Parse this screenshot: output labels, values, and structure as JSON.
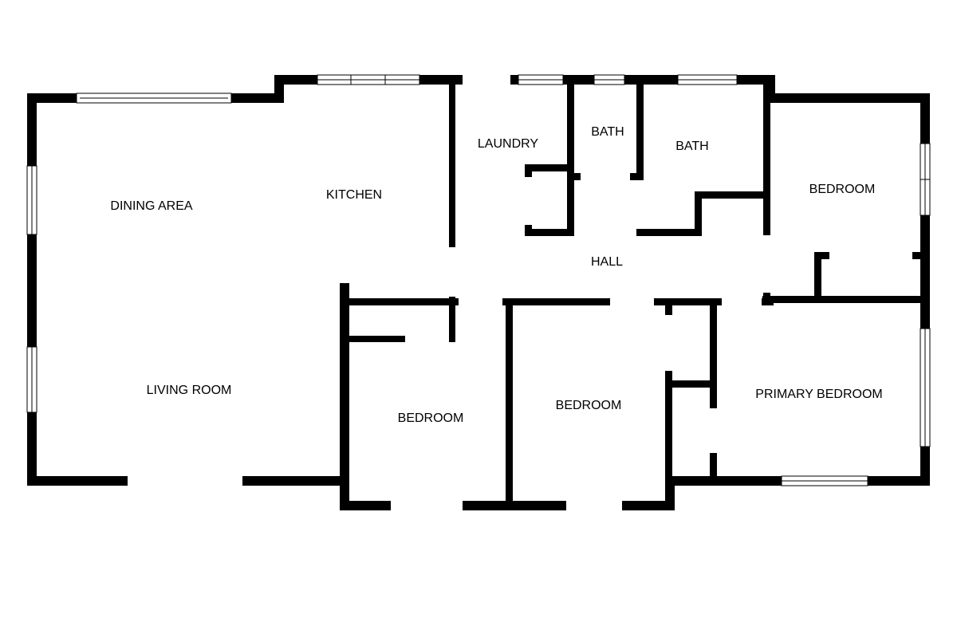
{
  "plan": {
    "colors": {
      "wall": "#000000",
      "background": "#ffffff"
    },
    "rooms": [
      {
        "id": "dining-area",
        "label": "DINING AREA"
      },
      {
        "id": "kitchen",
        "label": "KITCHEN"
      },
      {
        "id": "laundry",
        "label": "LAUNDRY"
      },
      {
        "id": "bath-1",
        "label": "BATH"
      },
      {
        "id": "bath-2",
        "label": "BATH"
      },
      {
        "id": "bedroom-northeast",
        "label": "BEDROOM"
      },
      {
        "id": "hall",
        "label": "HALL"
      },
      {
        "id": "living-room",
        "label": "LIVING ROOM"
      },
      {
        "id": "bedroom-south-west",
        "label": "BEDROOM"
      },
      {
        "id": "bedroom-south-middle",
        "label": "BEDROOM"
      },
      {
        "id": "primary-bedroom",
        "label": "PRIMARY BEDROOM"
      }
    ]
  }
}
